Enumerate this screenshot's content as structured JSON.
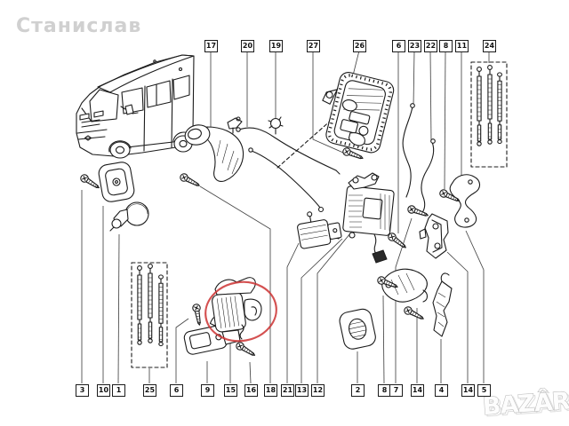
{
  "watermarks": {
    "top_left": "Станислав",
    "bottom_right": "BAZÂR"
  },
  "callouts": {
    "top": [
      {
        "label": "17"
      },
      {
        "label": "20"
      },
      {
        "label": "19"
      },
      {
        "label": "27"
      },
      {
        "label": "26"
      },
      {
        "label": "6"
      },
      {
        "label": "23"
      },
      {
        "label": "22"
      },
      {
        "label": "8"
      },
      {
        "label": "11"
      },
      {
        "label": "24"
      }
    ],
    "bottom": [
      {
        "label": "3"
      },
      {
        "label": "10"
      },
      {
        "label": "1"
      },
      {
        "label": "25"
      },
      {
        "label": "6"
      },
      {
        "label": "9"
      },
      {
        "label": "15"
      },
      {
        "label": "16"
      },
      {
        "label": "18"
      },
      {
        "label": "21"
      },
      {
        "label": "13"
      },
      {
        "label": "12"
      },
      {
        "label": "2"
      },
      {
        "label": "8"
      },
      {
        "label": "7"
      },
      {
        "label": "14"
      },
      {
        "label": "4"
      },
      {
        "label": "14"
      },
      {
        "label": "5"
      }
    ]
  },
  "highlight": {
    "ellipse_color": "#cc3333"
  },
  "line_color": "#1b1b1b"
}
